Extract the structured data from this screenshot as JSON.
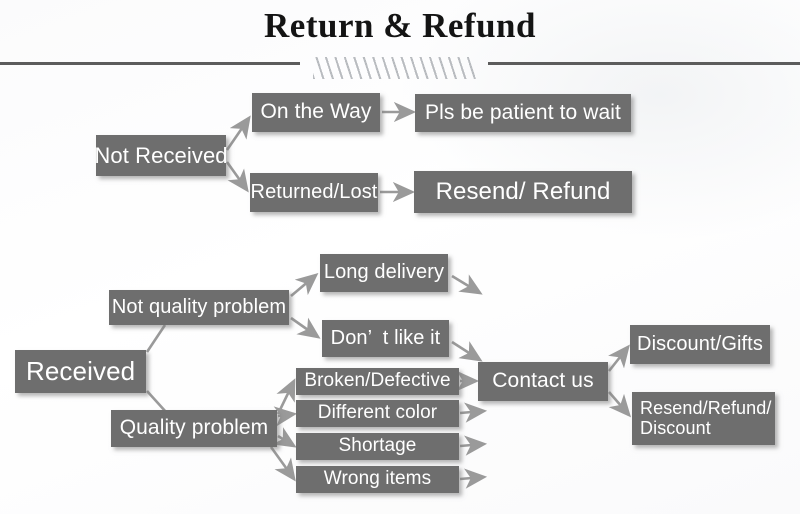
{
  "header": {
    "title": "Return & Refund",
    "divider_icon": "diagonal-hatch-divider"
  },
  "theme": {
    "box_fill": "#6e6e6e",
    "box_text": "#ffffff",
    "connector": "#9a9a9a",
    "rule": "#5c5c5c",
    "background": "#ffffff"
  },
  "diagram": {
    "type": "flowchart",
    "branches": [
      {
        "id": "not-received",
        "root": "Not Received",
        "paths": [
          {
            "step": "On the Way",
            "outcome": "Pls be patient to wait"
          },
          {
            "step": "Returned/Lost",
            "outcome": "Resend/ Refund"
          }
        ]
      },
      {
        "id": "received",
        "root": "Received",
        "paths": [
          {
            "category": "Not quality problem",
            "reasons": [
              "Long delivery",
              "Don’  t like it"
            ]
          },
          {
            "category": "Quality problem",
            "reasons": [
              "Broken/Defective",
              "Different color",
              "Shortage",
              "Wrong items"
            ]
          }
        ],
        "funnel": "Contact us",
        "outcomes": [
          "Discount/Gifts",
          "Resend/Refund/\nDiscount"
        ]
      }
    ],
    "nodes": {
      "not_received": "Not Received",
      "on_the_way": "On the Way",
      "pls_be_patient": "Pls be patient to wait",
      "returned_lost": "Returned/Lost",
      "resend_refund": "Resend/ Refund",
      "received": "Received",
      "not_quality_problem": "Not quality problem",
      "quality_problem": "Quality problem",
      "long_delivery": "Long delivery",
      "dont_like_it": "Don’  t like it",
      "broken_defective": "Broken/Defective",
      "different_color": "Different color",
      "shortage": "Shortage",
      "wrong_items": "Wrong items",
      "contact_us": "Contact us",
      "discount_gifts": "Discount/Gifts",
      "resend_refund_discount": "Resend/Refund/\nDiscount"
    }
  }
}
